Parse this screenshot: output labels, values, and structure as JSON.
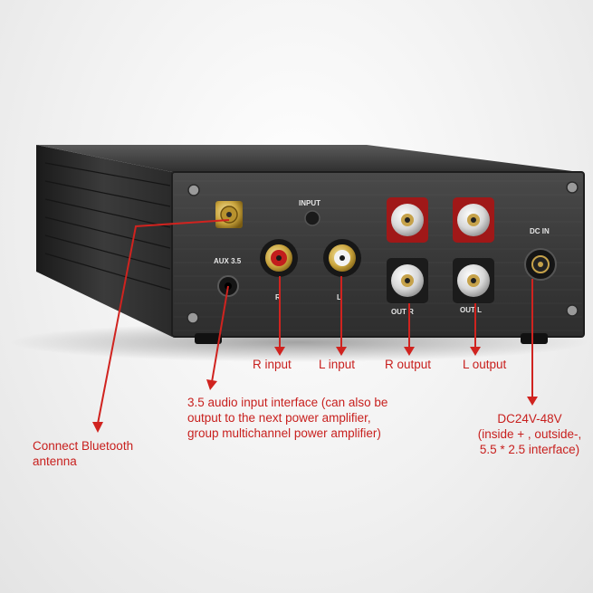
{
  "panel": {
    "input_label": "INPUT",
    "aux_label": "AUX 3.5",
    "dc_in_label": "DC IN",
    "rca_r_label": "R",
    "rca_l_label": "L",
    "out_r_label": "OUT R",
    "out_l_label": "OUT L"
  },
  "annotations": {
    "r_input": "R input",
    "l_input": "L input",
    "r_output": "R output",
    "l_output": "L output",
    "aux_desc": [
      "3.5 audio input interface (can also be",
      "output to the next power amplifier,",
      "group multichannel power amplifier)"
    ],
    "bluetooth_desc": [
      "Connect Bluetooth",
      "antenna"
    ],
    "dc_desc": [
      "DC24V-48V",
      "(inside + , outside-,",
      "5.5 * 2.5 interface)"
    ]
  },
  "colors": {
    "annotation_red": "#c8201e",
    "chassis": "#2b2b2b",
    "panel_face": "#3a3a3a"
  }
}
